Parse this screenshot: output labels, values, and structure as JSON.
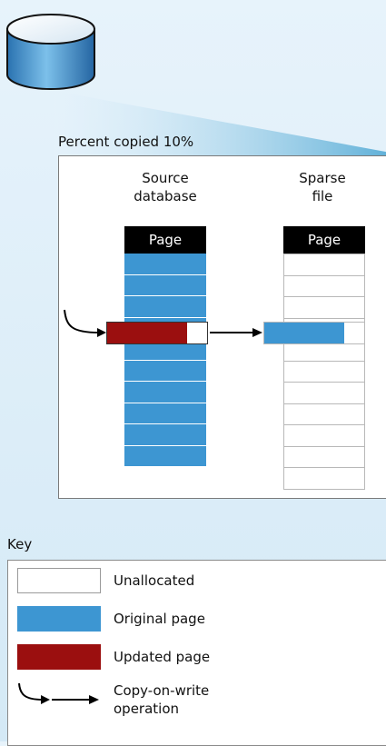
{
  "diagram": {
    "percent_label": "Percent copied 10%",
    "source_title_line1": "Source",
    "source_title_line2": "database",
    "sparse_title_line1": "Sparse",
    "sparse_title_line2": "file",
    "page_header": "Page",
    "source_page_count": 10,
    "sparse_page_count": 11
  },
  "key": {
    "title": "Key",
    "items": [
      {
        "label": "Unallocated"
      },
      {
        "label": "Original page"
      },
      {
        "label": "Updated page"
      },
      {
        "label_line1": "Copy-on-write",
        "label_line2": "operation"
      }
    ]
  },
  "colors": {
    "original_page": "#3d96d2",
    "updated_page": "#9b0f0f",
    "unallocated": "#ffffff",
    "page_header_bg": "#000000",
    "wedge": "#5fb0d8"
  }
}
